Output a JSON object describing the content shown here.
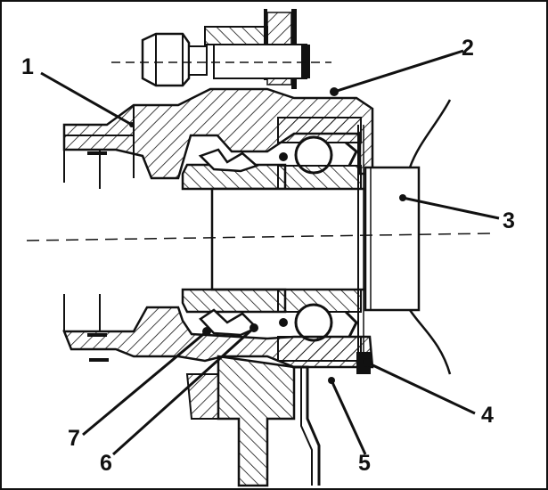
{
  "diagram": {
    "colors": {
      "ink": "#111111",
      "paper": "#ffffff"
    },
    "callouts": [
      {
        "id": "1",
        "label": "1"
      },
      {
        "id": "2",
        "label": "2"
      },
      {
        "id": "3",
        "label": "3"
      },
      {
        "id": "4",
        "label": "4"
      },
      {
        "id": "5",
        "label": "5"
      },
      {
        "id": "6",
        "label": "6"
      },
      {
        "id": "7",
        "label": "7"
      }
    ]
  }
}
